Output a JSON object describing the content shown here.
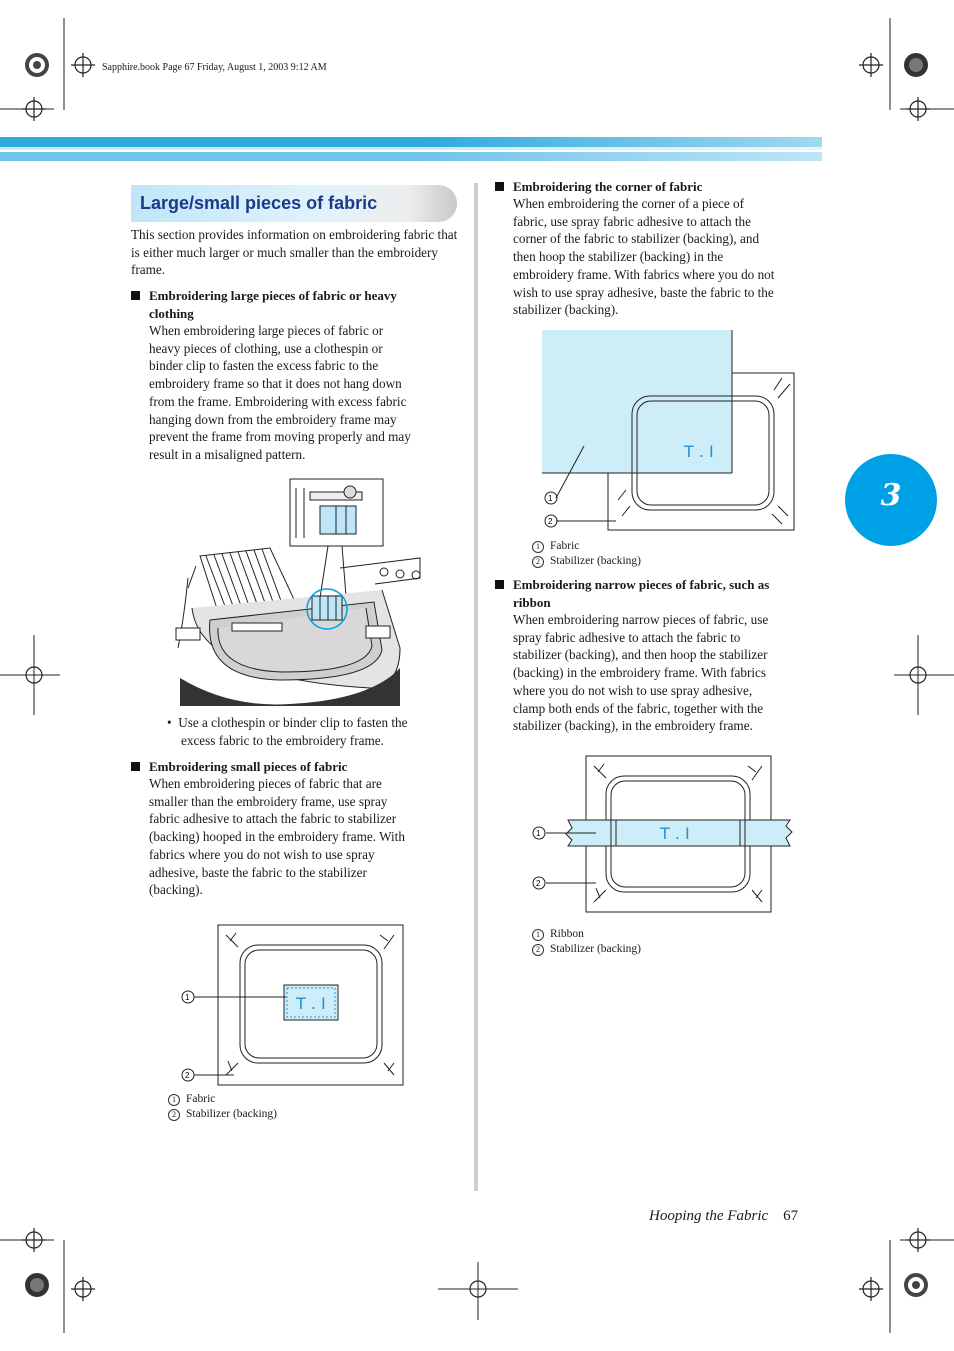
{
  "header_meta": "Sapphire.book  Page 67  Friday, August 1, 2003  9:12 AM",
  "section_title": "Large/small pieces of fabric",
  "chapter_number": "3",
  "intro": "This section provides information on embroidering fabric that is either much larger or much smaller than the embroidery frame.",
  "large": {
    "heading_line1": "Embroidering large pieces of fabric or heavy",
    "heading_line2": "clothing",
    "body": [
      "When embroidering large pieces of fabric or",
      "heavy pieces of clothing, use a clothespin or",
      "binder clip to fasten the excess fabric to the",
      "embroidery frame so that it does not hang down",
      "from the frame. Embroidering with excess fabric",
      "hanging down from the embroidery frame may",
      "prevent the frame from moving properly and may",
      "result in a misaligned pattern."
    ],
    "note_bullet": "•",
    "note_line1": "Use a clothespin or binder clip to fasten the",
    "note_line2": "excess fabric to the embroidery frame."
  },
  "small": {
    "heading": "Embroidering small pieces of fabric",
    "body": [
      "When embroidering pieces of fabric that are",
      "smaller than the embroidery frame, use spray",
      "fabric adhesive to attach the fabric to stabilizer",
      "(backing) hooped in the embroidery frame. With",
      "fabrics where you do not wish to use spray",
      "adhesive, baste the fabric to the stabilizer",
      "(backing)."
    ],
    "figure_label": "T . I",
    "captions": [
      {
        "num": "1",
        "text": "Fabric"
      },
      {
        "num": "2",
        "text": "Stabilizer (backing)"
      }
    ]
  },
  "corner": {
    "heading": "Embroidering the corner of fabric",
    "body": [
      "When embroidering the corner of a piece of",
      "fabric, use spray fabric adhesive to attach the",
      "corner of the fabric to stabilizer (backing), and",
      "then hoop the stabilizer (backing) in the",
      "embroidery frame. With fabrics where you do not",
      "wish to use spray adhesive, baste the fabric to the",
      "stabilizer (backing)."
    ],
    "figure_label": "T . I",
    "captions": [
      {
        "num": "1",
        "text": "Fabric"
      },
      {
        "num": "2",
        "text": "Stabilizer (backing)"
      }
    ]
  },
  "narrow": {
    "heading_line1": "Embroidering narrow pieces of fabric, such as",
    "heading_line2": "ribbon",
    "body": [
      "When embroidering narrow pieces of fabric, use",
      "spray fabric adhesive to attach the fabric to",
      "stabilizer (backing), and then hoop the stabilizer",
      "(backing) in the embroidery frame. With fabrics",
      "where you do not wish to use spray adhesive,",
      "clamp both ends of the fabric, together with the",
      "stabilizer (backing), in the embroidery frame."
    ],
    "figure_label": "T . I",
    "captions": [
      {
        "num": "1",
        "text": "Ribbon"
      },
      {
        "num": "2",
        "text": "Stabilizer (backing)"
      }
    ]
  },
  "footer": {
    "title": "Hooping the Fabric",
    "page": "67"
  },
  "colors": {
    "accent": "#00a0e6",
    "band": "#2fa9de",
    "fabric_fill": "#cdeef9",
    "title_text": "#1a3a8a"
  }
}
